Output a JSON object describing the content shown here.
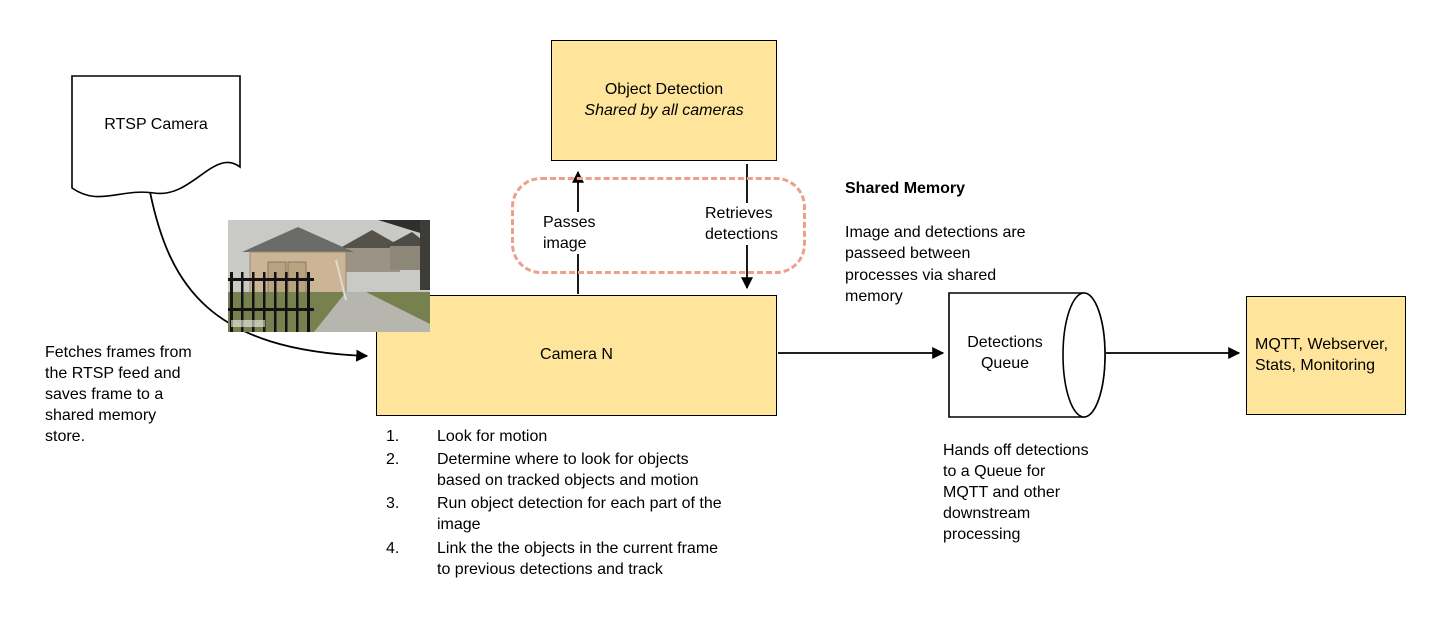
{
  "colors": {
    "node_fill": "#ffe59b",
    "node_border": "#000000",
    "shared_memory_dashed_border": "#ee9f8b",
    "arrow": "#000000",
    "background": "#ffffff"
  },
  "nodes": {
    "rtsp_camera": {
      "label": "RTSP Camera"
    },
    "object_detection": {
      "title": "Object Detection",
      "subtitle": "Shared by all cameras"
    },
    "camera_n": {
      "label": "Camera N"
    },
    "detections_queue": {
      "label": "Detections\nQueue"
    },
    "mqtt_sink": {
      "label": "MQTT, Webserver,\nStats, Monitoring"
    }
  },
  "labels": {
    "passes_image": "Passes\nimage",
    "retrieves_detections": "Retrieves\ndetections",
    "shared_memory_title": "Shared Memory",
    "shared_memory_body": "Image and detections are\npasseed between\nprocesses via shared\nmemory",
    "fetches_note": "Fetches frames from\nthe RTSP feed and\nsaves frame to a\nshared memory\nstore.",
    "hands_off_note": "Hands off detections\nto a Queue for\nMQTT and other\ndownstream\nprocessing",
    "camera_steps": [
      "Look for motion",
      "Determine where to look for objects\nbased on tracked objects and motion",
      "Run object detection for each part of the\nimage",
      "Link the the objects in the current frame\nto previous detections and track"
    ]
  }
}
